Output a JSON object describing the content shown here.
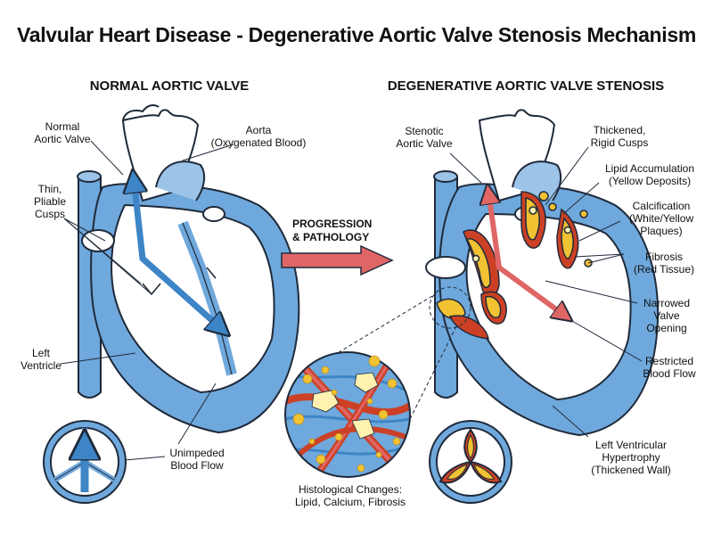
{
  "title": "Valvular Heart Disease - Degenerative Aortic Valve Stenosis Mechanism",
  "left_panel": {
    "heading": "NORMAL AORTIC VALVE",
    "labels": {
      "normal_valve": [
        "Normal",
        "Aortic Valve"
      ],
      "aorta": [
        "Aorta",
        "(Oxygenated Blood)"
      ],
      "thin_cusps": [
        "Thin,",
        "Pliable",
        "Cusps"
      ],
      "left_ventricle": [
        "Left",
        "Ventricle"
      ],
      "unimpeded_flow": [
        "Unimpeded",
        "Blood Flow"
      ]
    }
  },
  "progression": [
    "PROGRESSION",
    "& PATHOLOGY"
  ],
  "right_panel": {
    "heading": "DEGENERATIVE AORTIC VALVE STENOSIS",
    "labels": {
      "stenotic_valve": [
        "Stenotic",
        "Aortic Valve"
      ],
      "thickened_cusps": [
        "Thickened,",
        "Rigid Cusps"
      ],
      "lipid": [
        "Lipid Accumulation",
        "(Yellow Deposits)"
      ],
      "calcification": [
        "Calcification",
        "(White/Yellow",
        "Plaques)"
      ],
      "fibrosis": [
        "Fibrosis",
        "(Red Tissue)"
      ],
      "narrowed_opening": [
        "Narrowed",
        "Valve",
        "Opening"
      ],
      "restricted_flow": [
        "Restricted",
        "Blood Flow"
      ],
      "lvh": [
        "Left Ventricular",
        "Hypertrophy",
        "(Thickened Wall)"
      ]
    }
  },
  "histology": [
    "Histological Changes:",
    "Lipid, Calcium, Fibrosis"
  ],
  "colors": {
    "heart_blue": "#6FA8DC",
    "heart_blue_light": "#9CC3E8",
    "flow_arrow": "#3D85C6",
    "restricted_arrow": "#E06666",
    "progression_arrow": "#E06666",
    "lipid_yellow": "#F1C232",
    "calcium": "#FFF2B0",
    "fibrosis_red": "#CC4125",
    "outline": "#1F2A3A"
  }
}
